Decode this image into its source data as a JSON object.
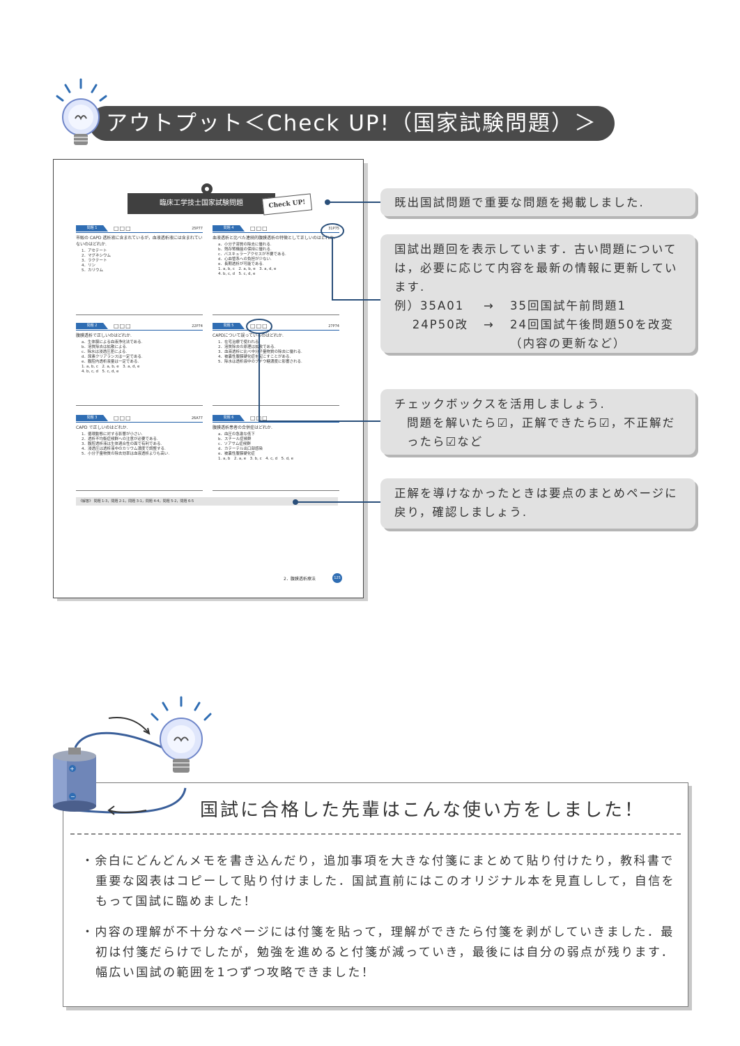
{
  "header": {
    "title": "アウトプット＜Check UP!（国家試験問題）＞"
  },
  "sample_page": {
    "title": "臨床工学技士国家試験問題",
    "tag": "Check UP!",
    "questions": [
      {
        "label": "問題 1",
        "boxes": "□□□",
        "code": "25P77",
        "stem": "市販の CAPD 透析液に含まれているが，血液透析液には含まれていないのはどれか.",
        "options": [
          "1．アセテート",
          "2．マグネシウム",
          "3．ラクテート",
          "4．リン",
          "5．カリウム"
        ]
      },
      {
        "label": "問題 4",
        "boxes": "□□□",
        "code": "31P75",
        "stem": "血液透析と比べた連続的腹膜透析の特徴として正しいのはどれか.",
        "options": [
          "a．小分子溶質の除去に優れる.",
          "b．残存腎機能の保持に優れる.",
          "c．バスキュラーアクセスが不要である.",
          "d．心血管系への負担が少ない.",
          "e．長期透析が可能である.",
          "1. a, b, c　2. a, b, e　3. a, d, e",
          "4. b, c, d　5. c, d, e"
        ]
      },
      {
        "label": "問題 2",
        "boxes": "□□□",
        "code": "22P74",
        "stem": "腹膜透析で正しいのはどれか.",
        "options": [
          "a．生体膜による血液浄化法である.",
          "b．溶質除去は拡散による.",
          "c．除水は浸透圧差による.",
          "d．尿素クリアランスは一定である.",
          "e．腹腔内透析液量は一定である.",
          "1. a, b, c　2. a, b, e　3. a, d, e",
          "4. b, c, d　5. c, d, e"
        ]
      },
      {
        "label": "問題 5",
        "boxes": "□□□",
        "code": "27P74",
        "stem": "CAPDについて誤っているのはどれか.",
        "options": [
          "1．在宅治療で使われる.",
          "2．溶質除去の原理は拡散である.",
          "3．血液透析に比べ中分子量物質の除去に優れる.",
          "4．被嚢性腹膜硬化症を起こすことがある.",
          "5．除水は透析液中のブドウ糖濃度に影響される."
        ]
      },
      {
        "label": "問題 3",
        "boxes": "□□□",
        "code": "26A77",
        "stem": "CAPD で正しいのはどれか.",
        "options": [
          "1．循環動態に対する影響が小さい.",
          "2．透析不均衡症候群への注意が必要である.",
          "3．腹腔透析液は生体適合性の面で有利である.",
          "4．浸透圧は透析液中のカリウム濃度で調整する.",
          "5．小分子量物質の除去効率は血液透析よりも高い."
        ]
      },
      {
        "label": "問題 6",
        "boxes": "□□□",
        "code": "",
        "stem": "腹膜透析患者の合併症はどれか.",
        "options": [
          "a．血圧の急激な低下",
          "b．スチール症候群",
          "c．ソアサム症候群",
          "d．カテーテル出口部感染",
          "e．被嚢性腹膜硬化症",
          "1. a, b　2. a, e　3. b, c　4. c, d　5. d, e"
        ]
      }
    ],
    "answers": "《解答》 問題 1-3，問題 2-1，問題 3-1，問題 4-4，問題 5-2，問題 6-5",
    "footer": "2．腹膜透析療法",
    "page_number": "125"
  },
  "callouts": {
    "c1": "既出国試問題で重要な問題を掲載しました.",
    "c2_line1": "国試出題回を表示しています．古い問題については，必要に応じて内容を最新の情報に更新しています.",
    "c2_ex1_a": "例）35A01",
    "c2_arrow": "→",
    "c2_ex1_b": "35回国試午前問題1",
    "c2_ex2_a": "　 24P50改",
    "c2_ex2_b": "24回国試午後問題50を改変",
    "c2_ex2_c": "（内容の更新など）",
    "c3_line1": "チェックボックスを活用しましょう.",
    "c3_line2": "問題を解いたら☑，正解できたら☑，不正解だったら☑など",
    "c4": "正解を導けなかったときは要点のまとめページに戻り，確認しましょう."
  },
  "tips": {
    "title": "国試に合格した先輩はこんな使い方をしました！",
    "item1": "・余白にどんどんメモを書き込んだり，追加事項を大きな付箋にまとめて貼り付けたり，教科書で重要な図表はコピーして貼り付けました．国試直前にはこのオリジナル本を見直しして，自信をもって国試に臨めました！",
    "item2": "・内容の理解が不十分なページには付箋を貼って，理解ができたら付箋を剥がしていきました．最初は付箋だらけでしたが，勉強を進めると付箋が減っていき，最後には自分の弱点が残ります．幅広い国試の範囲を1つずつ攻略できました！"
  },
  "colors": {
    "title_bar": "#4a4a4a",
    "accent_blue": "#2f6db3",
    "callout_bg": "#e1e1e1",
    "bulb_glow": "#c9d6f5"
  },
  "icons": [
    "light-bulb-icon",
    "battery-icon",
    "arrow-icon"
  ]
}
